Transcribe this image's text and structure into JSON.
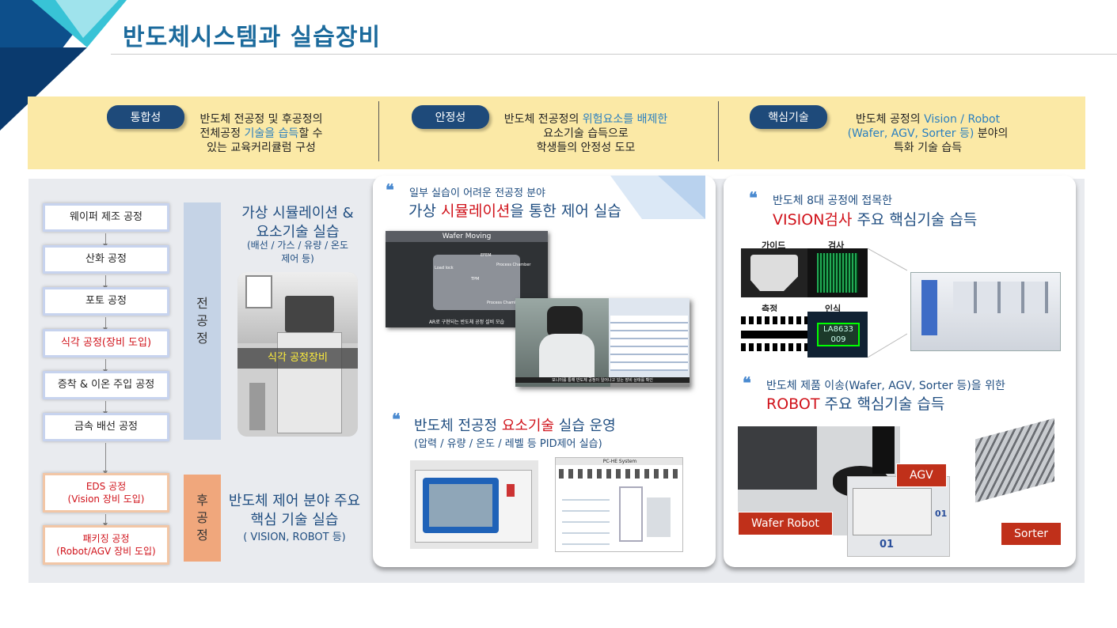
{
  "title": "반도체시스템과 실습장비",
  "banner": [
    {
      "pill": "통합성",
      "lines": [
        "반도체 전공정 및 후공정의",
        "전체공정 ",
        "기술을 습득",
        "할 수",
        "있는 교육커리큘럼 구성"
      ]
    },
    {
      "pill": "안정성",
      "lines": [
        "반도체 전공정의 ",
        "위험요소를 배제한",
        "요소기술 습득으로",
        "학생들의 안정성 도모"
      ]
    },
    {
      "pill": "핵심기술",
      "lines": [
        "반도체 공정의 ",
        "Vision / Robot",
        "(Wafer, AGV, Sorter 등)",
        " 분야의",
        "특화 기술 습득"
      ]
    }
  ],
  "process": {
    "steps": [
      "웨이퍼 제조 공정",
      "산화 공정",
      "포토 공정",
      "식각 공정(장비 도입)",
      "증착 & 이온 주입 공정",
      "금속 배선 공정",
      "EDS 공정",
      "(Vision 장비 도입)",
      "패키징 공정",
      "(Robot/AGV 장비 도입)"
    ],
    "front_label": [
      "전",
      "공",
      "정"
    ],
    "back_label": [
      "후",
      "공",
      "정"
    ],
    "sim_title": [
      "가상 시뮬레이션 &",
      "요소기술 실습"
    ],
    "sim_sub": [
      "(배선 / 가스 / 유량 / 온도",
      "제어 등)"
    ],
    "etch_caption": "식각 공정장비",
    "ctrl_title": [
      "반도체 제어 분야 주요",
      "핵심 기술 실습"
    ],
    "ctrl_sub": "( VISION, ROBOT 등)"
  },
  "middle": {
    "q1_small": "일부 실습이 어려운 전공정 분야",
    "q1_big_a": "가상 ",
    "q1_big_b": "시뮬레이션",
    "q1_big_c": "을 통한 제어 실습",
    "vr_title": "Wafer Moving",
    "vr_caption": "AR로 구현되는 반도체 공정 설비 모습",
    "vr_caption2": "모니터를 통해 반도체 공정이 일어나고 있는 장비 상태를 확인",
    "vr_labels": [
      "EFEM",
      "Load lock",
      "Process Chamber",
      "TPM",
      "Process Chamber"
    ],
    "q2_big_a": "반도체 전공정 ",
    "q2_big_b": "요소기술",
    "q2_big_c": " 실습 운영",
    "q2_sub": "(압력 / 유량 / 온도 / 레벨 등 PID제어 실습)",
    "pc_title": "PC-HE System"
  },
  "right": {
    "q1_small": "반도체 8대 공정에 접목한",
    "q1_big_a": "VISION검사",
    "q1_big_b": " 주요 핵심기술 습득",
    "vision_labels": [
      "가이드",
      "검사",
      "측정",
      "인식"
    ],
    "chip_text": [
      "LA8633",
      "009"
    ],
    "q2_small": "반도체 제품 이송(Wafer, AGV, Sorter 등)을 위한",
    "q2_big_a": "ROBOT",
    "q2_big_b": " 주요 핵심기술 습득",
    "tags": [
      "AGV",
      "Wafer Robot",
      "Sorter"
    ],
    "agv_numbers": [
      "01",
      "01"
    ]
  },
  "colors": {
    "title": "#1b6a9c",
    "banner": "#fbe9a6",
    "pill": "#1e4a7a",
    "highlight_red": "#d0121a",
    "highlight_blue": "#2a7fc0"
  }
}
